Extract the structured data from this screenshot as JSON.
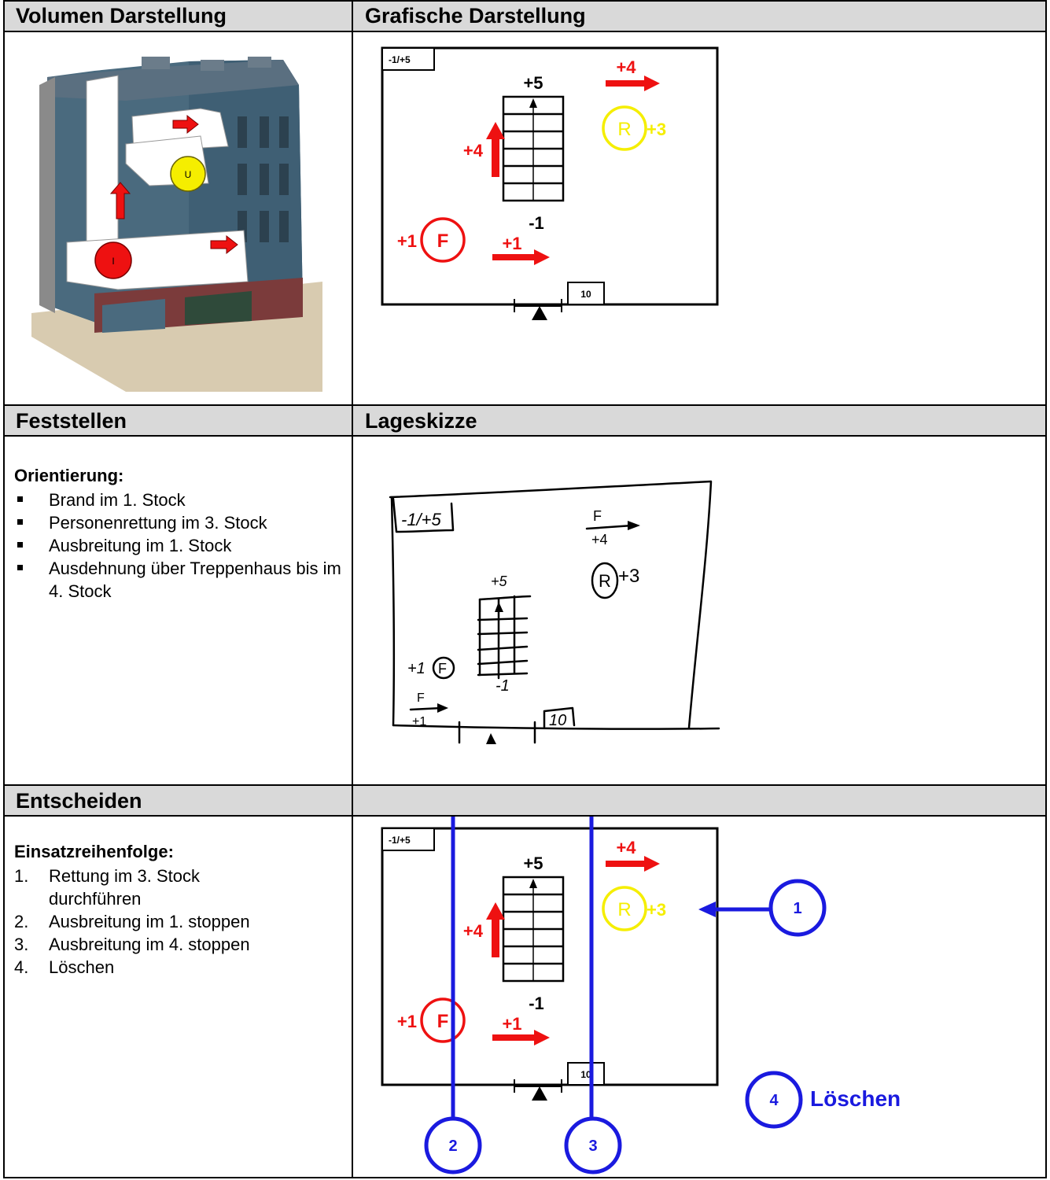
{
  "headers": {
    "volumen": "Volumen Darstellung",
    "grafisch": "Grafische Darstellung",
    "feststellen": "Feststellen",
    "lageskizze": "Lageskizze",
    "entscheiden": "Entscheiden",
    "empty": ""
  },
  "building": {
    "circle_u": "U",
    "circle_i": "I"
  },
  "diagram": {
    "corner_label": "-1/+5",
    "top_label": "+5",
    "bottom_label": "-1",
    "arrow_up_label": "+4",
    "arrow_right_top_label": "+4",
    "r_symbol": "R",
    "r_level": "+3",
    "f_symbol": "F",
    "f_level": "+1",
    "arrow_bottom_label": "+1",
    "number_box": "10"
  },
  "sketch": {
    "corner_label": "-1/+5",
    "top_label": "+5",
    "bottom_label": "-1",
    "f1_label": "F",
    "f1_level": "+4",
    "r_symbol": "R",
    "r_level": "+3",
    "f_level": "+1",
    "f_symbol": "F",
    "f2_label": "F",
    "f2_level": "+1",
    "number_box": "10"
  },
  "feststellen": {
    "heading": "Orientierung:",
    "items": [
      "Brand im 1. Stock",
      "Personenrettung im 3. Stock",
      "Ausbreitung im 1. Stock",
      "Ausdehnung über Treppenhaus bis im 4. Stock"
    ]
  },
  "entscheiden": {
    "heading": "Einsatzreihenfolge:",
    "items": [
      {
        "num": "1.",
        "text": "Rettung im 3. Stock durchführen"
      },
      {
        "num": "2.",
        "text": "Ausbreitung im 1. stoppen"
      },
      {
        "num": "3.",
        "text": "Ausbreitung im 4. stoppen"
      },
      {
        "num": "4.",
        "text": "Löschen"
      }
    ]
  },
  "markers": {
    "m1": "1",
    "m2": "2",
    "m3": "3",
    "m4": "4",
    "loeschen": "Löschen"
  },
  "colors": {
    "red": "#ee1111",
    "yellow": "#f5ee00",
    "blue": "#1a1adf",
    "header_bg": "#d9d9d9"
  }
}
